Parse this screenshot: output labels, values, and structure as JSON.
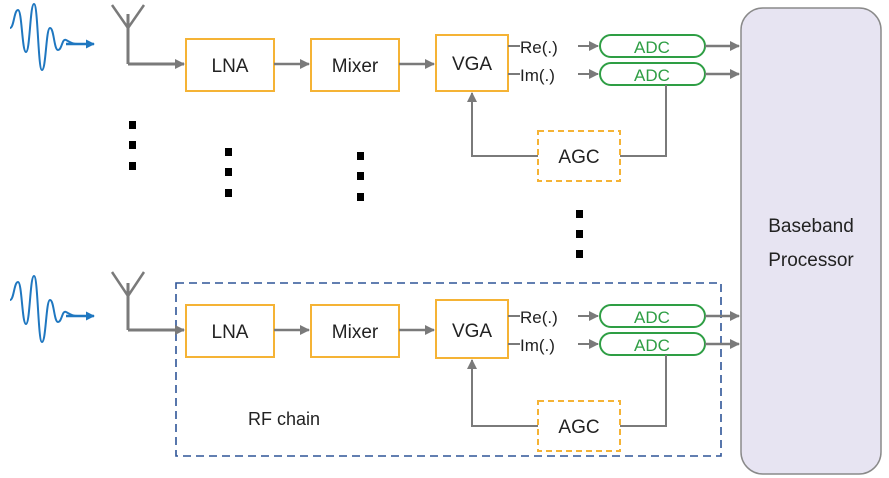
{
  "blocks": {
    "lna": "LNA",
    "mixer": "Mixer",
    "vga": "VGA",
    "adc": "ADC",
    "agc": "AGC"
  },
  "signals": {
    "re": "Re(.)",
    "im": "Im(.)"
  },
  "baseband": {
    "line1": "Baseband",
    "line2": "Processor"
  },
  "group_label": "RF chain",
  "colors": {
    "block_border": "#f5b335",
    "adc_border": "#2e9e44",
    "adc_text": "#2e9e44",
    "arrow": "#7a7a7a",
    "wave": "#1f77c0",
    "dashed_group": "#2f5597",
    "baseband_fill": "#e7e4f2",
    "baseband_border": "#7a7a7a"
  }
}
